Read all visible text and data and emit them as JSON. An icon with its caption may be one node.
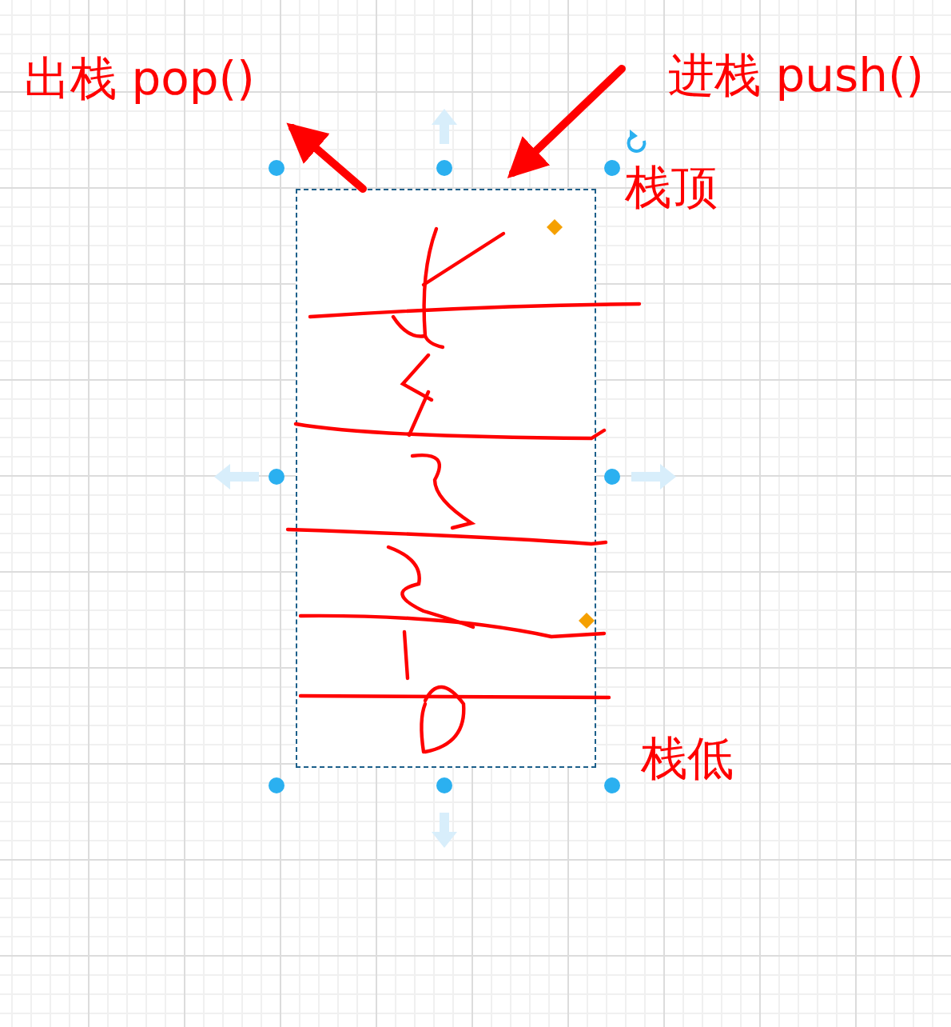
{
  "diagram": {
    "nodes": [
      {
        "text": [
          "出栈 pop()"
        ]
      },
      {
        "text": [
          "进栈 push()"
        ]
      },
      {
        "text": [],
        "shape": "box",
        "beside": [
          "栈顶",
          "栈低"
        ]
      }
    ],
    "edges": [
      {
        "from": 2,
        "to": 0,
        "arrow": "to"
      },
      {
        "from": 1,
        "to": 2,
        "arrow": "to"
      }
    ]
  }
}
